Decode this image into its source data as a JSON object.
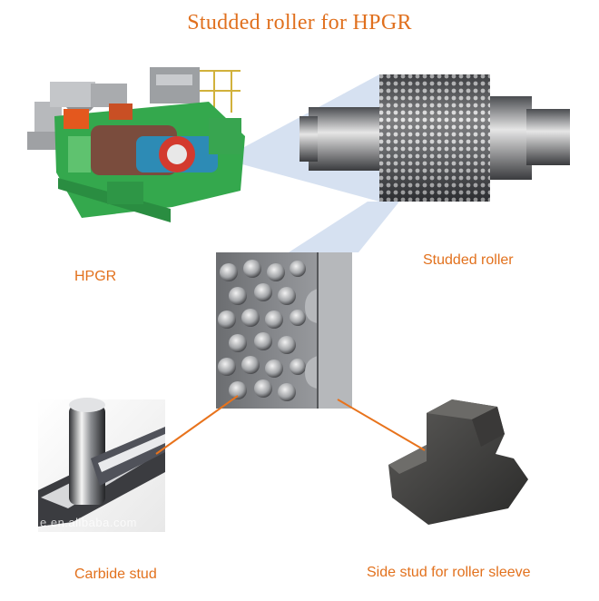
{
  "title": "Studded roller for HPGR",
  "labels": {
    "hpgr": "HPGR",
    "studded_roller": "Studded roller",
    "carbide_stud": "Carbide stud",
    "side_stud": "Side stud for roller sleeve"
  },
  "watermark": "e.en.alibaba.com",
  "colors": {
    "title": "#e0701e",
    "label": "#e2711d",
    "connector": "#e8731c",
    "beam": "#c9d7ec",
    "machine_green": "#2fa84a",
    "machine_frame": "#2e8b47",
    "roller_steel": "#9a9ca0",
    "stud_dark": "#3c3b3a"
  }
}
